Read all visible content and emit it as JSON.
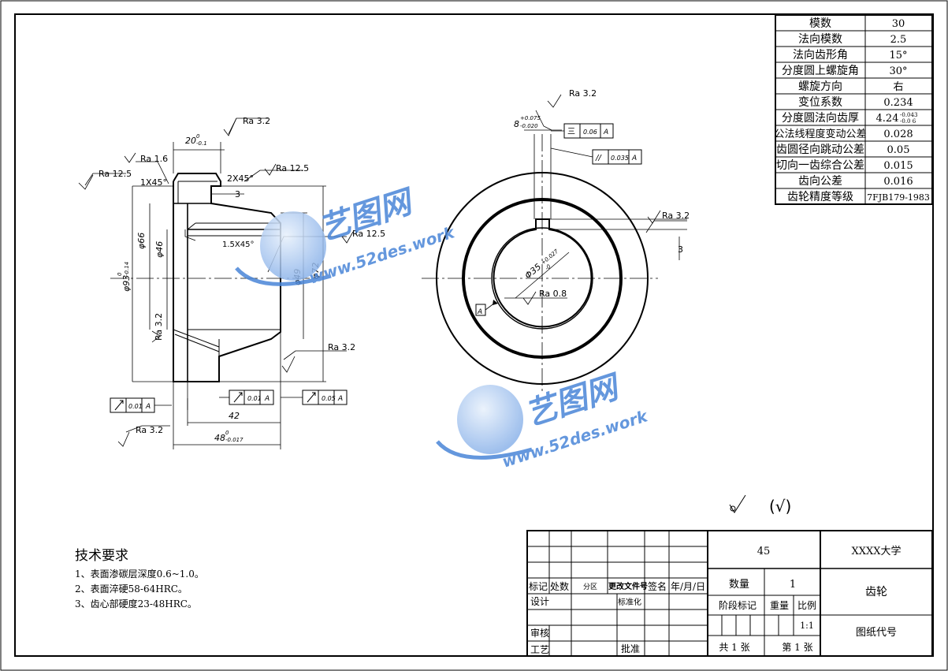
{
  "colors": {
    "line": "#000000",
    "watermark": "#4a86d8",
    "watermark_light": "#a9c8f0"
  },
  "params": {
    "rows": [
      {
        "label": "模数",
        "value": "30"
      },
      {
        "label": "法向模数",
        "value": "2.5"
      },
      {
        "label": "法向齿形角",
        "value": "15°"
      },
      {
        "label": "分度圆上螺旋角",
        "value": "30°"
      },
      {
        "label": "螺旋方向",
        "value": "右"
      },
      {
        "label": "变位系数",
        "value": "0.234"
      },
      {
        "label": "分度圆法向齿厚",
        "value": "4.24",
        "sup": "-0.043",
        "sub": "-0.0 6"
      },
      {
        "label": "公法线程度变动公差",
        "value": "0.028"
      },
      {
        "label": "齿圆径向跳动公差",
        "value": "0.05"
      },
      {
        "label": "切向一齿综合公差",
        "value": "0.015"
      },
      {
        "label": "齿向公差",
        "value": "0.016"
      },
      {
        "label": "齿轮精度等级",
        "value": "7FJB179-1983"
      }
    ]
  },
  "side_view": {
    "ra": [
      "Ra 1.6",
      "Ra 3.2",
      "Ra 12.5",
      "Ra 12.5",
      "Ra 12.5",
      "Ra 3.2",
      "Ra 3.2",
      "Ra 3.2"
    ],
    "dims": {
      "top_width": "20",
      "top_width_sup": "0",
      "top_width_sub": "-0.1",
      "chamfer1": "1X45°",
      "chamfer2": "2X45°",
      "chamfer3": "1.5X45°",
      "groove": "3",
      "d66": "φ66",
      "d46": "φ46",
      "d93": "φ93",
      "d93_sup": "0",
      "d93_sub": "-0.14",
      "d49": "φ49",
      "d72": "φ72",
      "len42": "42",
      "len48": "48",
      "len48_sup": "0",
      "len48_sub": "-0.017"
    },
    "gtol": [
      {
        "value": "0.01",
        "datum": "A"
      },
      {
        "value": "0.01",
        "datum": "A"
      },
      {
        "value": "0.05",
        "datum": "A"
      }
    ]
  },
  "front_view": {
    "ra": [
      "Ra 3.2",
      "Ra 3.2",
      "Ra 0.8"
    ],
    "keyway_width": "8",
    "keyway_sup": "+0.075",
    "keyway_sub": "-0.020",
    "keyway_depth": "3",
    "bore": "Φ35",
    "bore_sup": "+0.027",
    "bore_sub": "-0",
    "gtol": [
      {
        "symbol": "三",
        "value": "0.06",
        "datum": "A"
      },
      {
        "symbol": "//",
        "value": "0.035",
        "datum": "A"
      }
    ],
    "datum": "A"
  },
  "watermark": {
    "brand": "艺图网",
    "url": "www.52des.work"
  },
  "roughness_note": "(√)",
  "tech": {
    "title": "技术要求",
    "items": [
      "1、表面渗碳层深度0.6~1.0。",
      "2、表面淬硬58-64HRC。",
      "3、齿心部硬度23-48HRC。"
    ]
  },
  "title_block": {
    "material": "45",
    "school": "XXXX大学",
    "part_name": "齿轮",
    "drawing_no": "图纸代号",
    "qty_label": "数量",
    "qty": "1",
    "stage_label": "阶段标记",
    "weight_label": "重量",
    "scale_label": "比例",
    "scale": "1:1",
    "total": "共 1 张",
    "sheet": "第 1 张",
    "mark": "标记",
    "count": "处数",
    "zone": "分区",
    "doc": "更改文件号",
    "sign": "签名",
    "date": "年/月/日",
    "design": "设计",
    "standard": "标准化",
    "review": "审核",
    "process": "工艺",
    "approve": "批准"
  }
}
